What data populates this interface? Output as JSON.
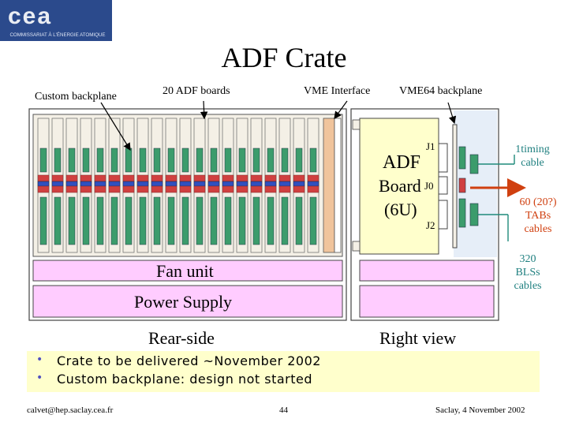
{
  "header": {
    "logo_text": "cea",
    "logo_subtitle": "COMMISSARIAT À L'ÉNERGIE ATOMIQUE",
    "title": "ADF Crate"
  },
  "labels": {
    "custom_backplane": "Custom backplane",
    "adf_boards": "20 ADF boards",
    "vme_interface": "VME Interface",
    "vme64_backplane": "VME64 backplane",
    "fan_unit": "Fan unit",
    "power_supply": "Power Supply",
    "rear_side": "Rear-side",
    "right_view": "Right view",
    "board_line1": "ADF",
    "board_line2": "Board",
    "board_line3": "(6U)",
    "j1": "J1",
    "j0": "J0",
    "j2": "J2",
    "timing_line1": "1timing",
    "timing_line2": "cable",
    "tabs_line1": "60 (20?)",
    "tabs_line2": "TABs",
    "tabs_line3": "cables",
    "bls_line1": "320",
    "bls_line2": "BLSs",
    "bls_line3": "cables"
  },
  "bullets": [
    "Crate to be delivered ~November 2002",
    "Custom backplane: design not started"
  ],
  "footer": {
    "email": "calvet@hep.saclay.cea.fr",
    "page": "44",
    "place_date": "Saclay, 4 November 2002"
  },
  "colors": {
    "fan_fill": "#ffccff",
    "right_panel": "#e6eef8",
    "board_fill": "#ffffcc",
    "slot_fill": "#f4f0e6",
    "connector_green": "#3c9c6c",
    "connector_red": "#d04040",
    "connector_blue": "#3050c0",
    "vme_slot": "#f0c49c",
    "accent_blue": "#3a3ac0",
    "accent_red": "#d04010",
    "accent_teal": "#208080"
  }
}
